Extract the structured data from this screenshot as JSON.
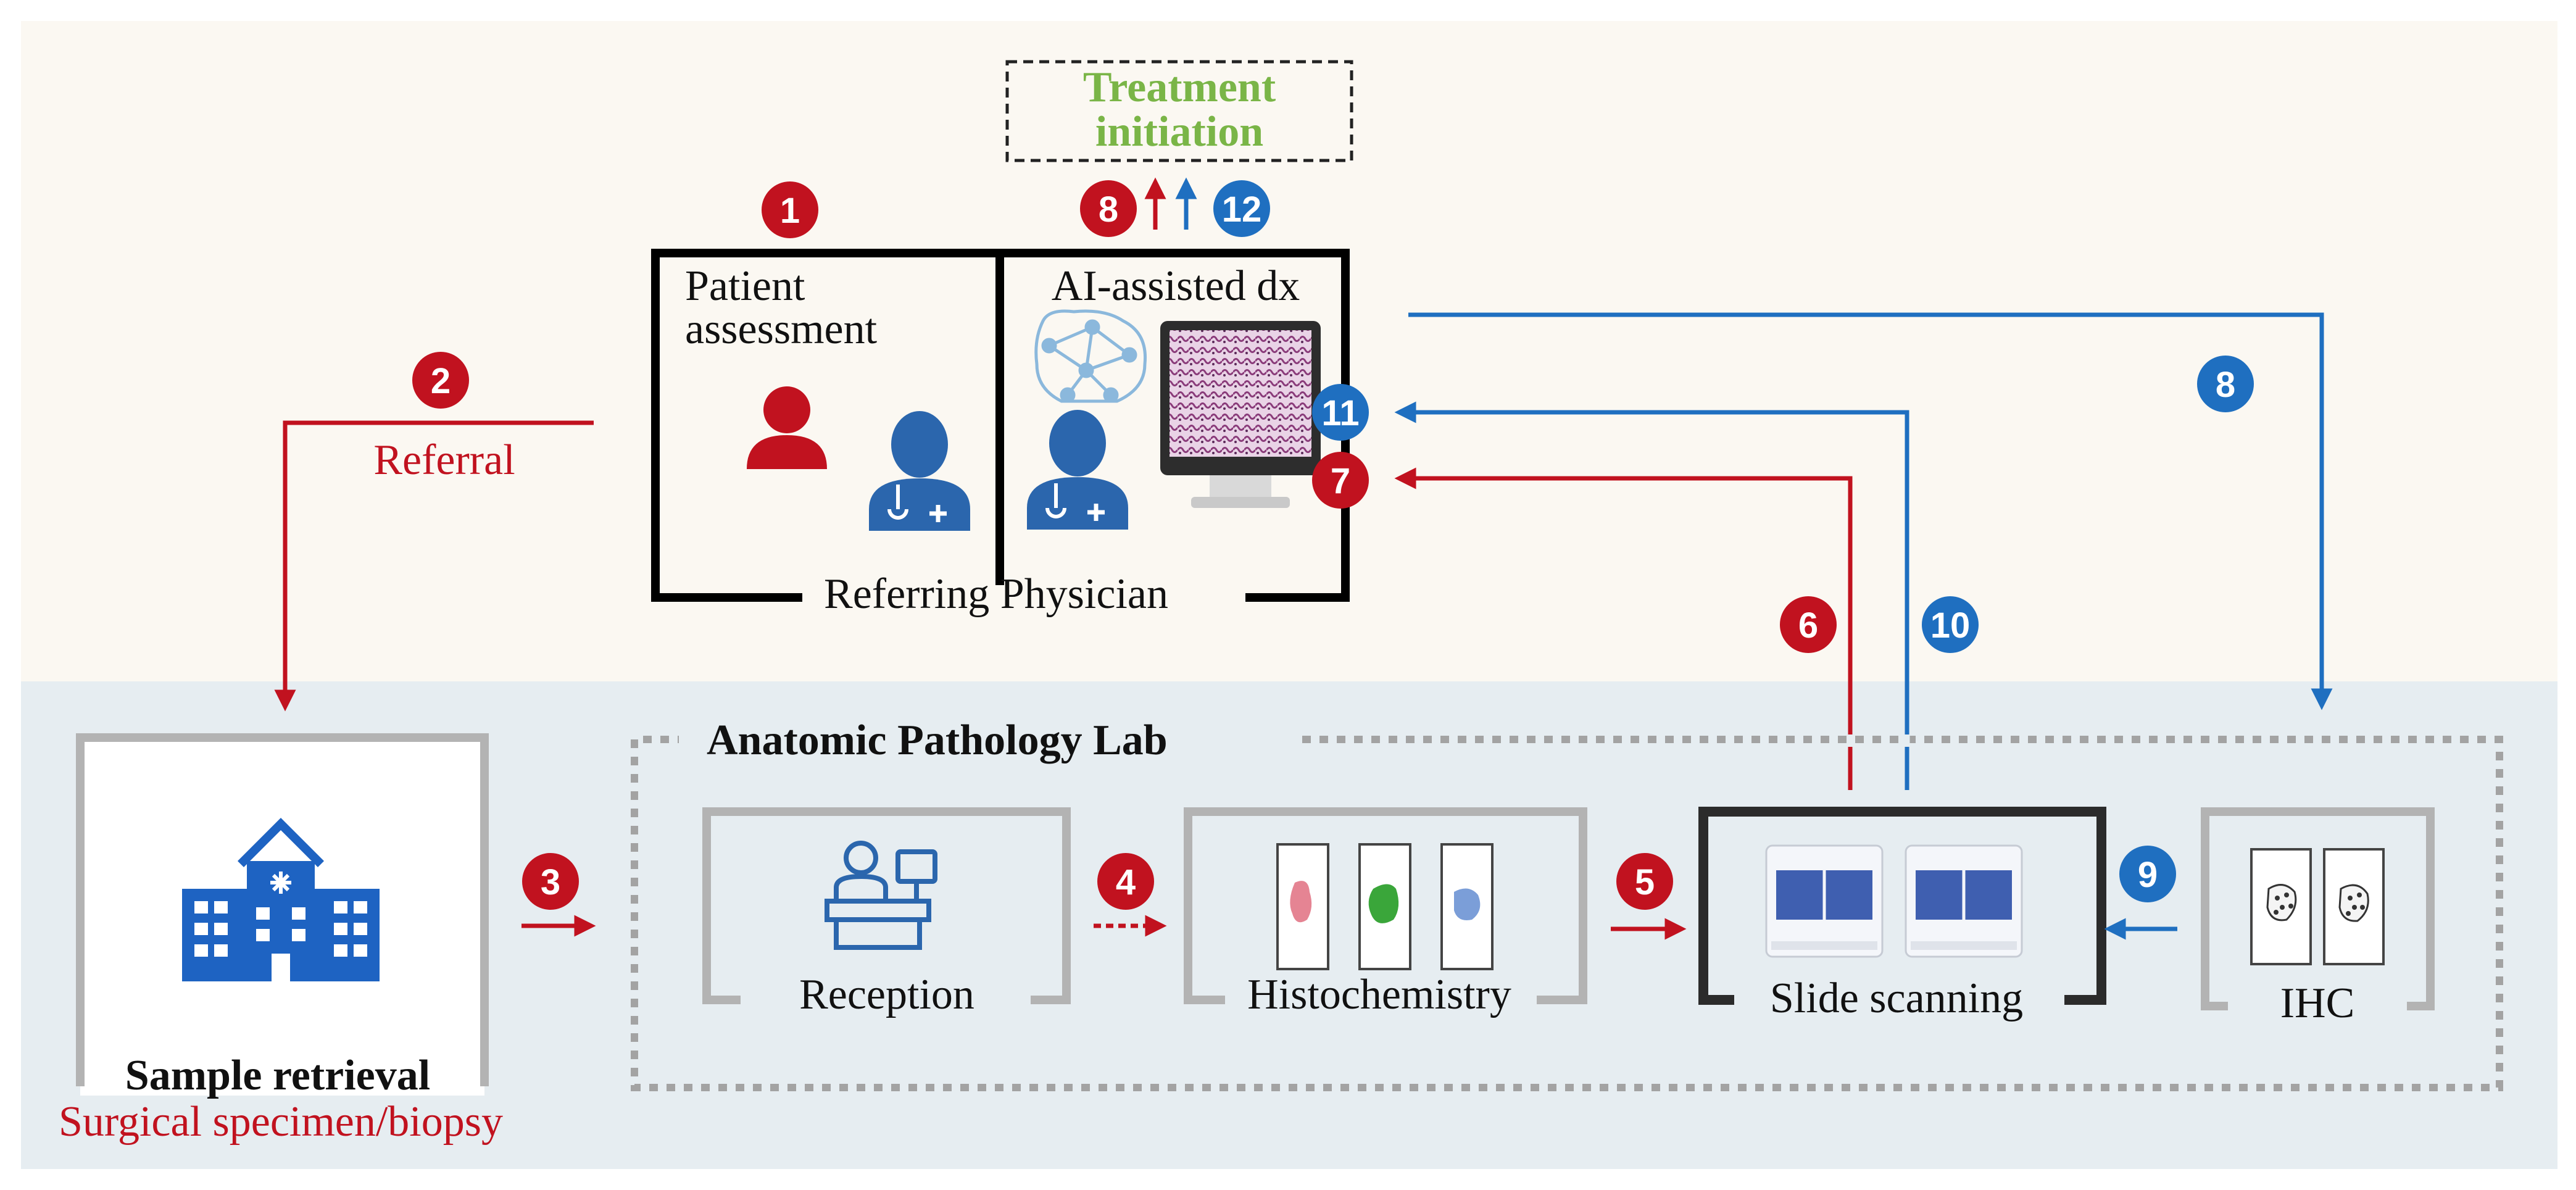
{
  "colors": {
    "top_band": "#fbf8f2",
    "bottom_band": "#e6edf1",
    "red": "#c1121f",
    "blue": "#1f6fc0",
    "gray_frame": "#b3b3b3",
    "green": "#7ab547",
    "icon_blue": "#2b66ad"
  },
  "treatment": {
    "line1": "Treatment",
    "line2": "initiation"
  },
  "physician": {
    "panel_label": "Referring Physician",
    "assessment_line1": "Patient",
    "assessment_line2": "assessment",
    "ai_label": "AI-assisted dx"
  },
  "referral": {
    "label": "Referral"
  },
  "lab": {
    "title": "Anatomic Pathology Lab"
  },
  "stations": {
    "reception": "Reception",
    "histochemistry": "Histochemistry",
    "scanning": "Slide scanning",
    "ihc": "IHC"
  },
  "sample": {
    "title": "Sample retrieval",
    "subtitle": "Surgical specimen/biopsy"
  },
  "badges": {
    "b1": "1",
    "b2": "2",
    "b3": "3",
    "b4": "4",
    "b5": "5",
    "b6": "6",
    "b7": "7",
    "b8top": "8",
    "b12": "12",
    "b8": "8",
    "b9": "9",
    "b10": "10",
    "b11": "11"
  }
}
